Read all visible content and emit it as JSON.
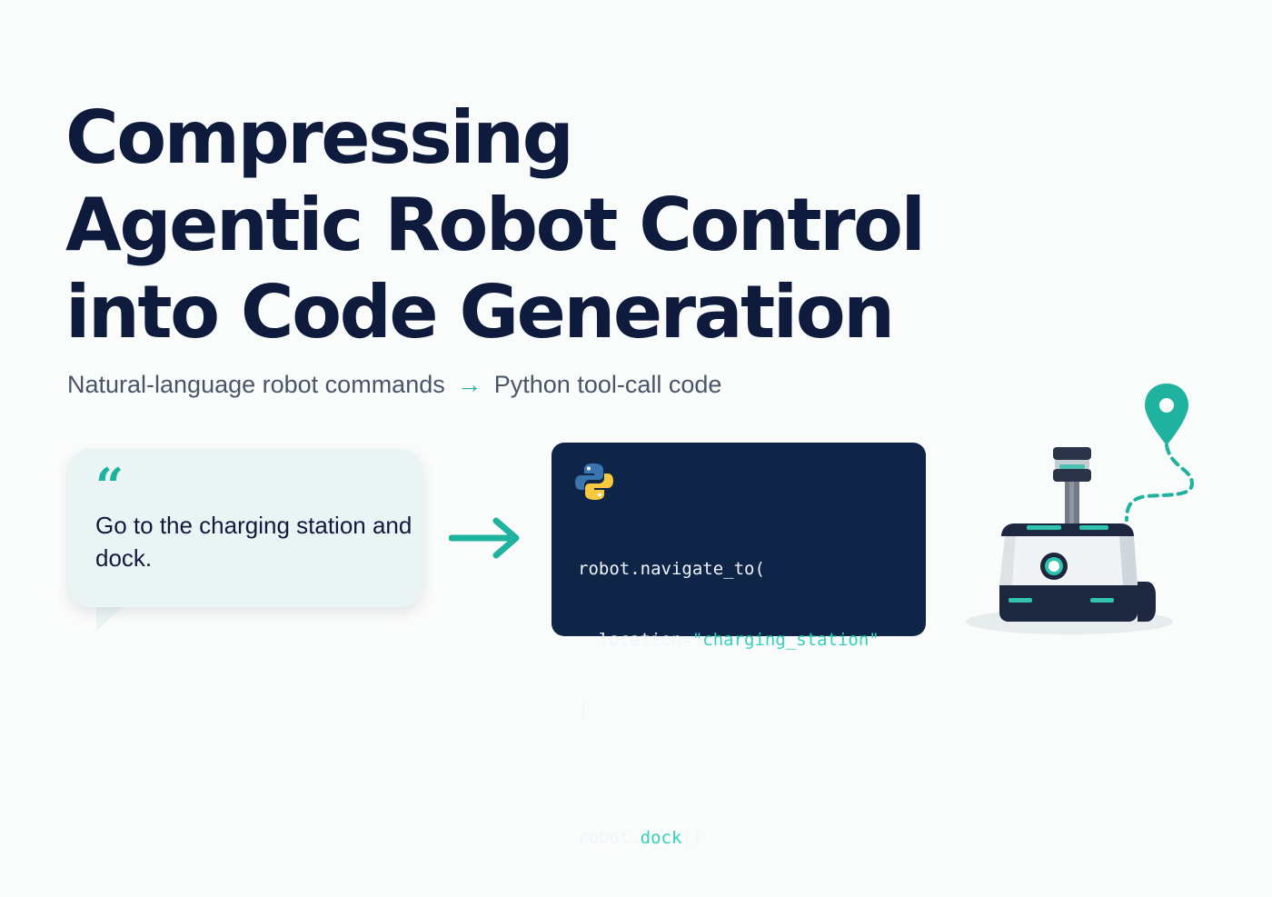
{
  "title": {
    "line1": "Compressing",
    "line2": "Agentic Robot Control",
    "line3": "into Code Generation"
  },
  "subtitle": {
    "left": "Natural-language robot commands",
    "arrow": "→",
    "right": "Python tool-call code"
  },
  "bubble": {
    "quote_mark": "“",
    "text": "Go to the charging station and dock."
  },
  "code": {
    "line1": "robot.navigate_to(",
    "line2_key": "  location=",
    "line2_value": "\"charging_station\"",
    "line3": ")",
    "line4_obj": "robot.",
    "line4_fn": "dock",
    "line4_tail": "()"
  },
  "colors": {
    "title": "#0e1b3d",
    "accent": "#1fb39f",
    "code_bg": "#0e2548",
    "bubble_bg": "#eaf4f5"
  },
  "icons": [
    "quote-icon",
    "arrow-right-icon",
    "python-logo-icon",
    "location-pin-icon",
    "robot-illustration"
  ]
}
